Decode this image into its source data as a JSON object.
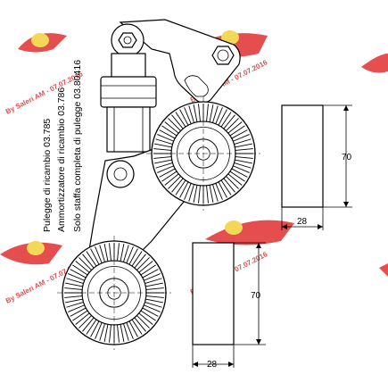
{
  "labels": {
    "line1": "Pulegge di ricambio 03.785",
    "line2": "Ammortizzatore di ricambio 03.786",
    "line3": "Solo staffa completa di pulegge 03.80416"
  },
  "dimensions": {
    "upper_height": "70",
    "upper_width": "28",
    "lower_height": "70",
    "lower_width": "28"
  },
  "watermark": {
    "text": "By Saleri AM - 07.07.2016",
    "logo_color": "#e03030"
  }
}
